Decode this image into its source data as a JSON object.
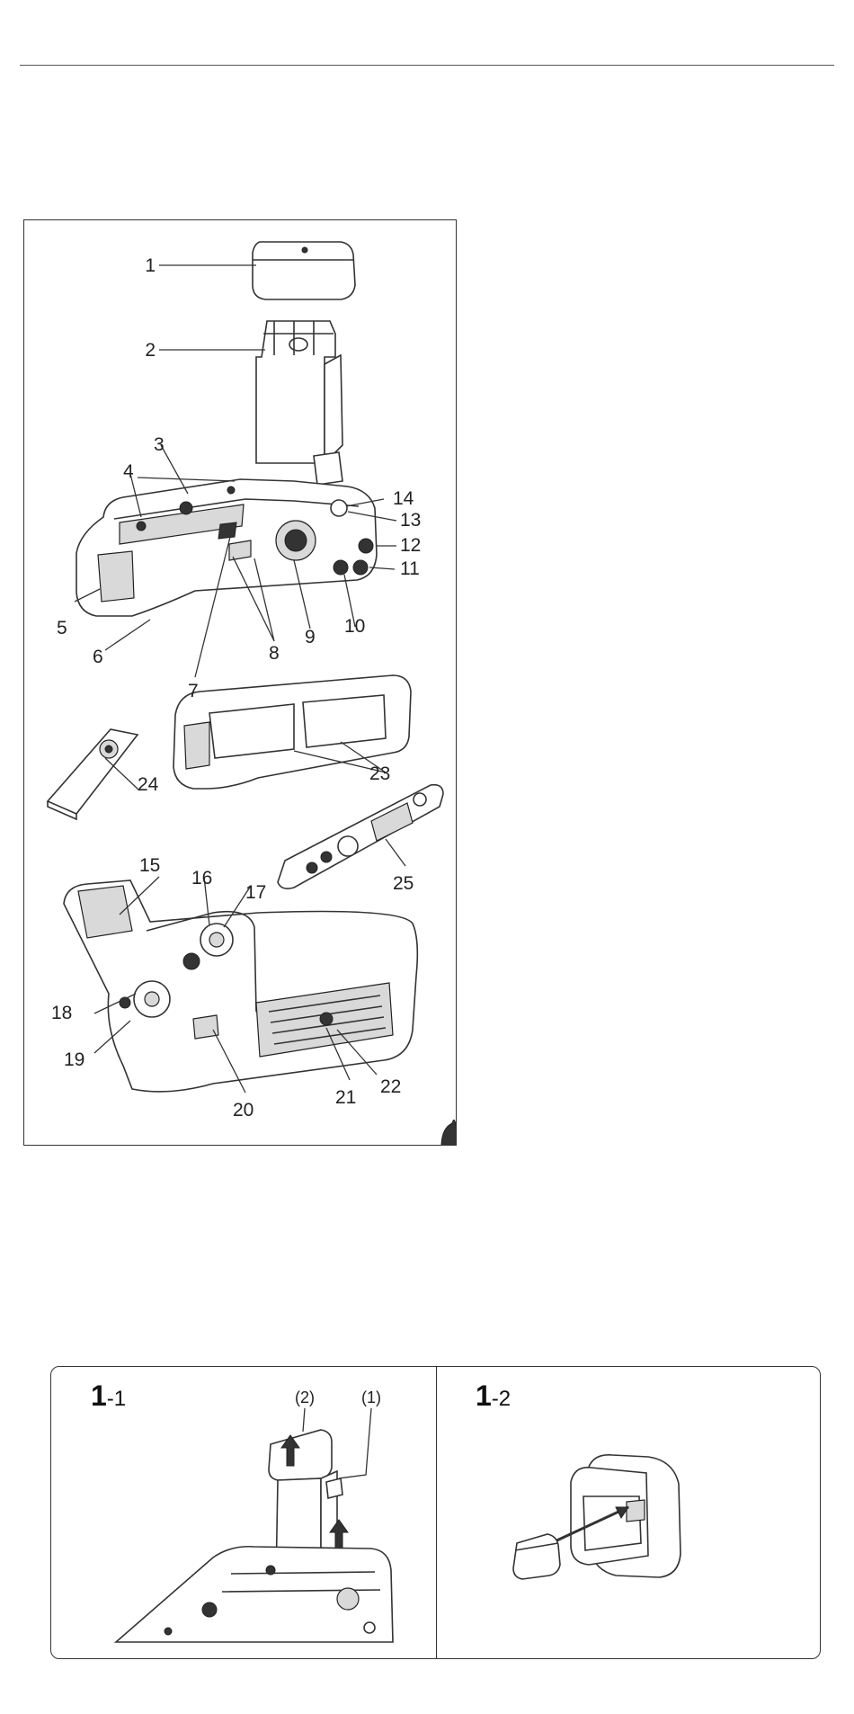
{
  "parts_figure": {
    "callouts": [
      "1",
      "2",
      "3",
      "4",
      "5",
      "6",
      "7",
      "8",
      "9",
      "10",
      "11",
      "12",
      "13",
      "14",
      "15",
      "16",
      "17",
      "18",
      "19",
      "20",
      "21",
      "22",
      "23",
      "24",
      "25"
    ]
  },
  "steps": [
    {
      "number": "1",
      "suffix": "-1",
      "markers": [
        "(2)",
        "(1)"
      ]
    },
    {
      "number": "1",
      "suffix": "-2"
    }
  ]
}
